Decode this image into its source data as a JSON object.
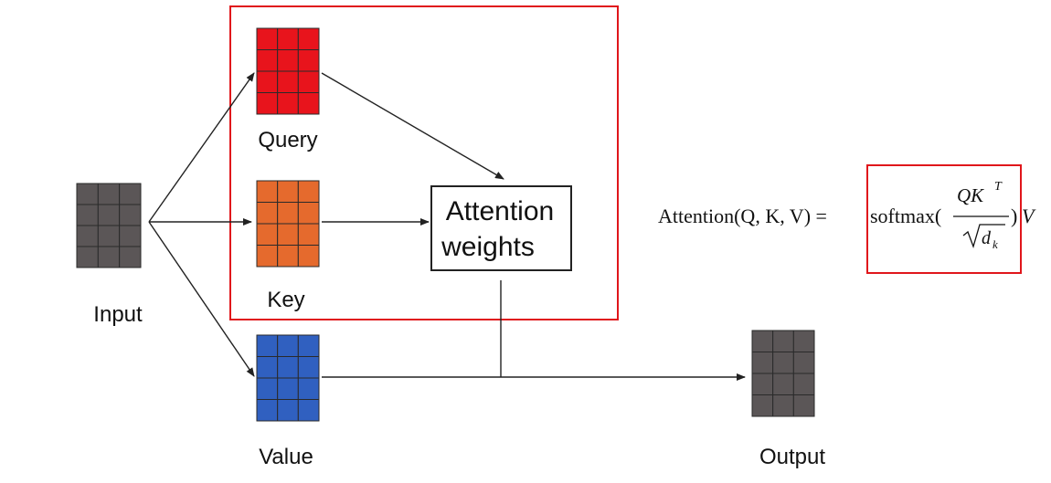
{
  "labels": {
    "input": "Input",
    "query": "Query",
    "key": "Key",
    "value": "Value",
    "output": "Output",
    "attention_line1": "Attention",
    "attention_line2": "weights"
  },
  "formula": {
    "lhs": "Attention(Q, K, V) =",
    "func": "softmax(",
    "numerator_base": "QK",
    "numerator_sup": "T",
    "denominator_base": "d",
    "denominator_sub": "k",
    "close": ")",
    "trailing": "V"
  },
  "colors": {
    "input_matrix": "#5b5657",
    "query_matrix": "#e8141c",
    "key_matrix": "#e56a2d",
    "value_matrix": "#3060c0",
    "output_matrix": "#5b5657",
    "highlight_box": "#e0161b",
    "arrow": "#222222"
  }
}
